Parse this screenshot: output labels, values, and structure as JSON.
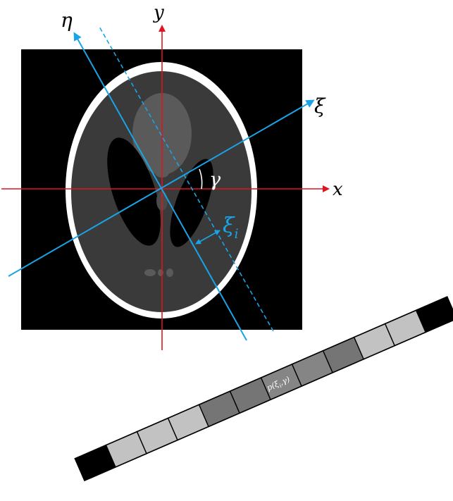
{
  "labels": {
    "x_axis": "x",
    "y_axis": "y",
    "xi_axis": "ξ",
    "eta_axis": "η",
    "angle": "γ",
    "offset": "ξ",
    "offset_subscript": "i",
    "projection_value": "p(ξ",
    "projection_value_subscript": "i",
    "projection_value_tail": ",γ)"
  },
  "colors": {
    "axis_red": "#e0141e",
    "rotated_blue": "#1aa3e6",
    "background": "#000000",
    "skull": "#ffffff",
    "brain": "#3a3a3a"
  },
  "detector_cells": [
    {
      "shade": "#000000"
    },
    {
      "shade": "#c2c2c2"
    },
    {
      "shade": "#c2c2c2"
    },
    {
      "shade": "#c2c2c2"
    },
    {
      "shade": "#757575"
    },
    {
      "shade": "#757575"
    },
    {
      "shade": "#858585"
    },
    {
      "shade": "#858585"
    },
    {
      "shade": "#757575"
    },
    {
      "shade": "#c2c2c2"
    },
    {
      "shade": "#c2c2c2"
    },
    {
      "shade": "#000000"
    }
  ]
}
